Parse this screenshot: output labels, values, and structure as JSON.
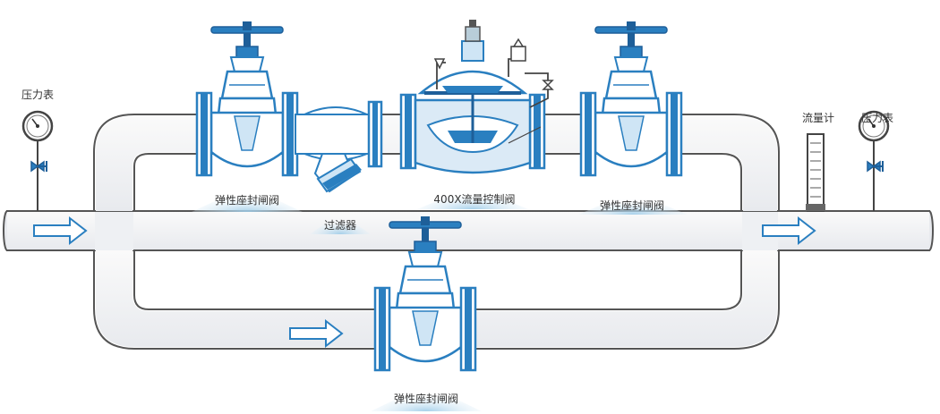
{
  "labels": {
    "gauge_left": "压力表",
    "gauge_right": "压力表",
    "gate_valve_top_left": "弹性座封闸阀",
    "gate_valve_top_right": "弹性座封闸阀",
    "gate_valve_bottom": "弹性座封闸阀",
    "strainer": "过滤器",
    "control_valve": "400X流量控制阀",
    "flow_meter": "流量计"
  },
  "colors": {
    "valve_blue": "#2a7fc0",
    "valve_dark": "#1e5f99",
    "valve_light": "#cfe5f5",
    "pipe_fill": "#f4f5f7",
    "pipe_stroke": "#4a4a4a",
    "arrow_fill": "#ffffff",
    "arrow_stroke": "#2a7fc0",
    "flow_arrow_red": "#e0603a",
    "label_glow": "#b9d9ee"
  },
  "icons": {
    "gauge": "pressure-gauge-icon",
    "gate_valve": "gate-valve-icon",
    "control_valve": "flow-control-valve-icon",
    "strainer": "y-strainer-icon",
    "flow_meter": "rotameter-icon",
    "needle_valve": "needle-valve-icon"
  }
}
